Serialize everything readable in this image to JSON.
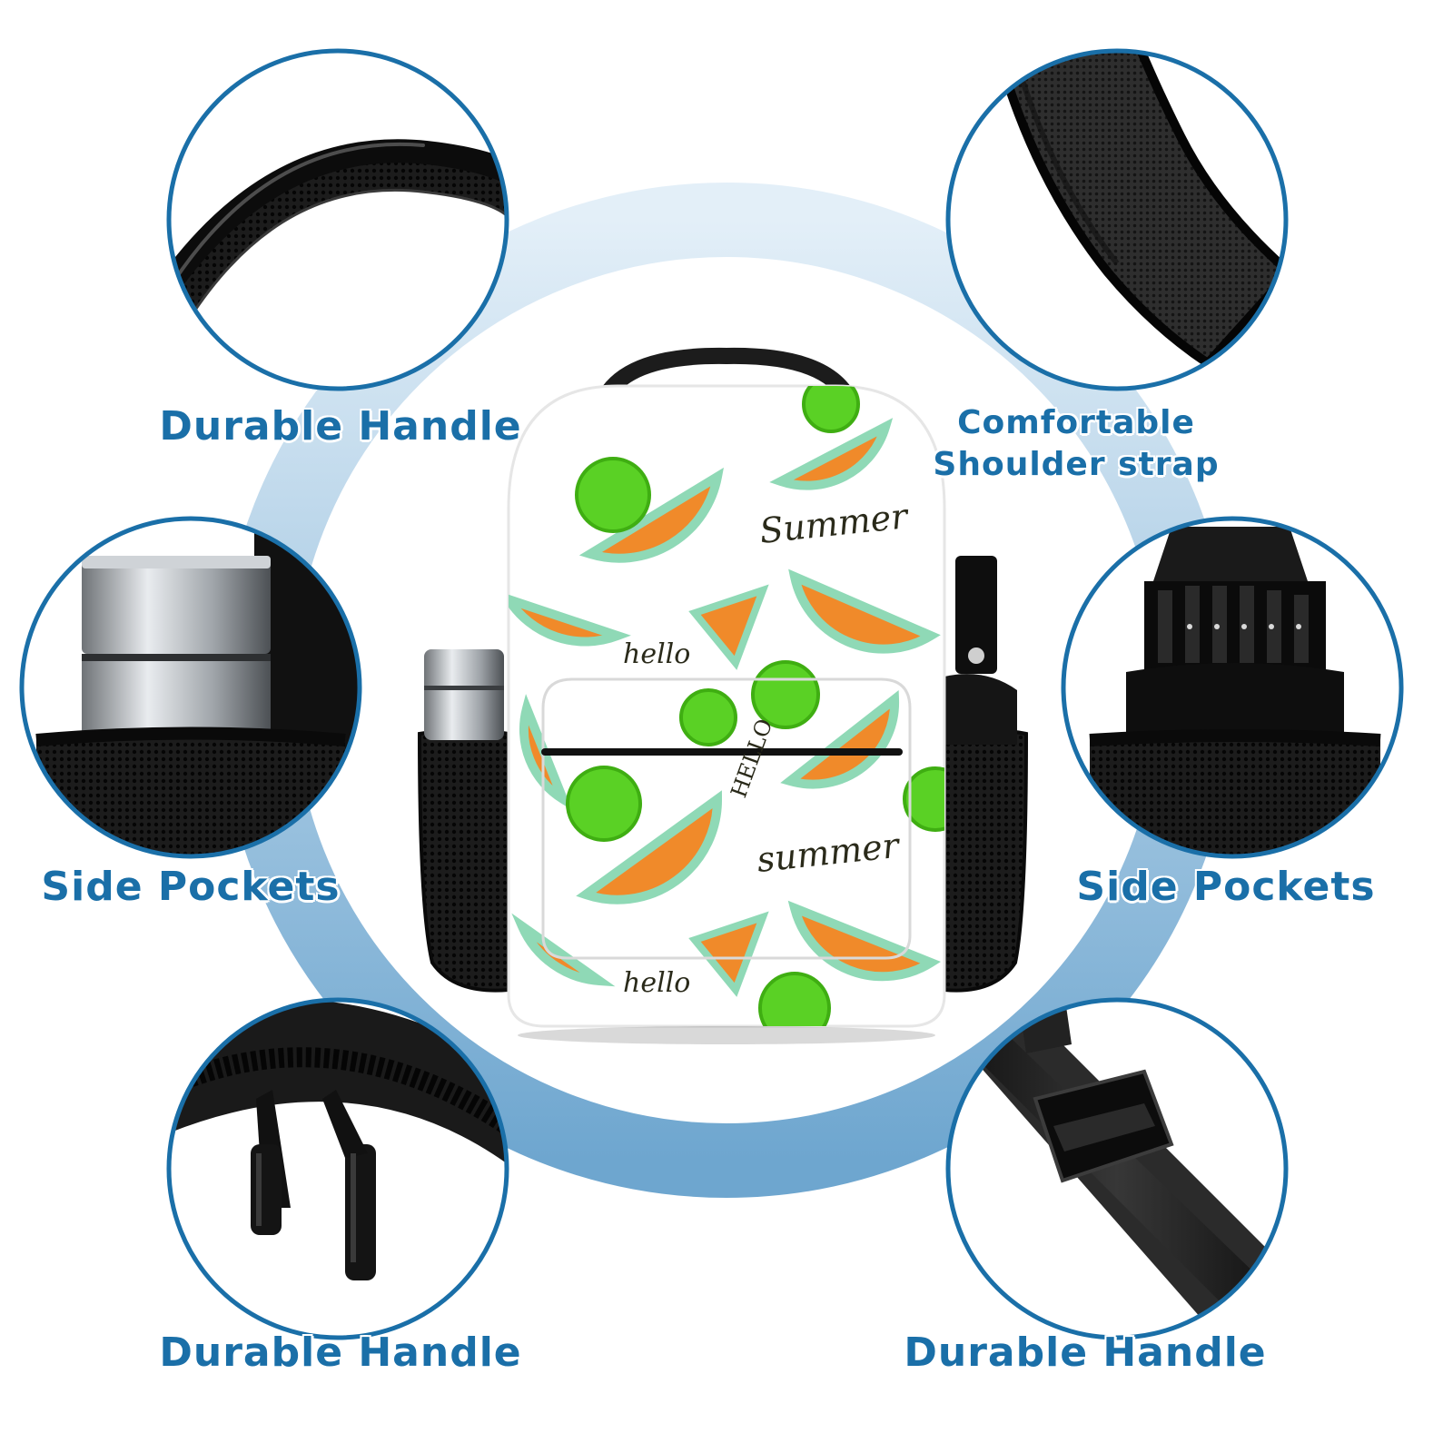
{
  "features": {
    "top_left": {
      "label": "Durable Handle",
      "icon": "handle-closeup"
    },
    "top_right": {
      "line1": "Comfortable",
      "line2": "Shoulder strap",
      "icon": "padded-strap-closeup"
    },
    "mid_left": {
      "label": "Side Pockets",
      "icon": "side-pocket-bottle-closeup"
    },
    "mid_right": {
      "label": "Side Pockets",
      "icon": "side-pocket-umbrella-closeup"
    },
    "bottom_left": {
      "label": "Durable Handle",
      "icon": "zipper-pulls-closeup"
    },
    "bottom_right": {
      "label": "Durable Handle",
      "icon": "strap-buckle-closeup"
    }
  },
  "backpack": {
    "print_words": [
      "Summer",
      "hello",
      "HELLO",
      "summer",
      "hello"
    ],
    "pattern": "watermelon slices and lime slices"
  },
  "colors": {
    "label_blue": "#1a6fa8",
    "ring_light": "#d6e7f3",
    "ring_dark": "#6fa7cf",
    "circle_border": "#1a6fa8",
    "watermelon_orange": "#f08a2a",
    "rind_green": "#8fd9b6",
    "lime_green": "#5ad125",
    "backpack_black": "#1b1b1b"
  }
}
